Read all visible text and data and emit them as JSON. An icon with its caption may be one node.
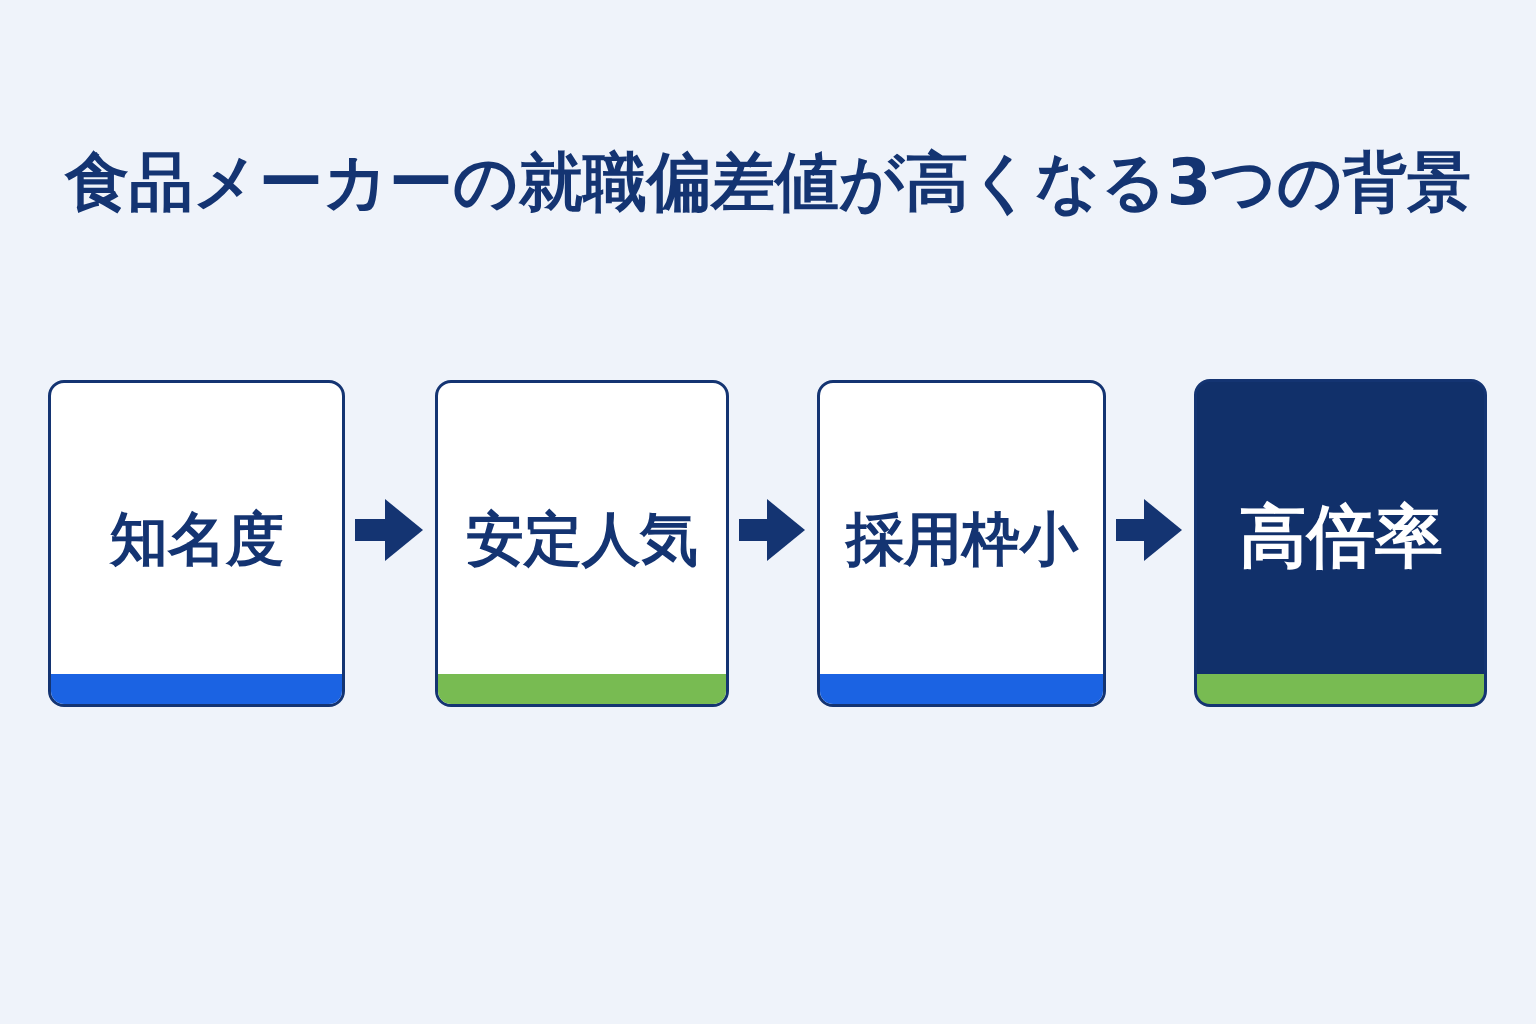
{
  "diagram": {
    "title": "食品メーカーの就職偏差値が高くなる3つの背景",
    "nodes": [
      {
        "text": [
          "知名度"
        ]
      },
      {
        "text": [
          "安定人気"
        ]
      },
      {
        "text": [
          "採用枠小"
        ]
      },
      {
        "text": [
          "高倍率"
        ]
      }
    ],
    "edges": [
      {
        "from": 0,
        "to": 1,
        "arrow": "to"
      },
      {
        "from": 1,
        "to": 2,
        "arrow": "to"
      },
      {
        "from": 2,
        "to": 3,
        "arrow": "to"
      }
    ]
  }
}
